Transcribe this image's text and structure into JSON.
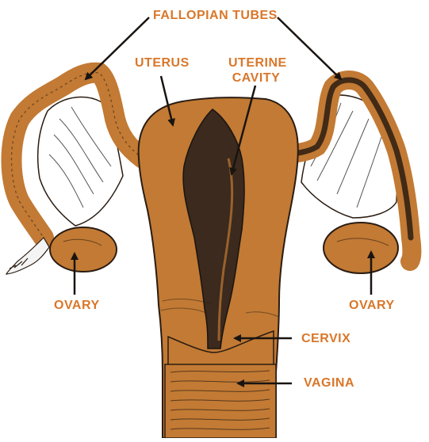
{
  "labels": {
    "fallopian_tubes": "FALLOPIAN TUBES",
    "uterus": "UTERUS",
    "uterine_cavity_line1": "UTERINE",
    "uterine_cavity_line2": "CAVITY",
    "ovary_left": "OVARY",
    "ovary_right": "OVARY",
    "cervix": "CERVIX",
    "vagina": "VAGINA"
  },
  "colors": {
    "tissue": "#c27a34",
    "tissue_light": "#d08a44",
    "label_text": "#d9772a",
    "outline": "#2a1c12",
    "cavity": "#3b2a1d",
    "background": "#ffffff"
  }
}
